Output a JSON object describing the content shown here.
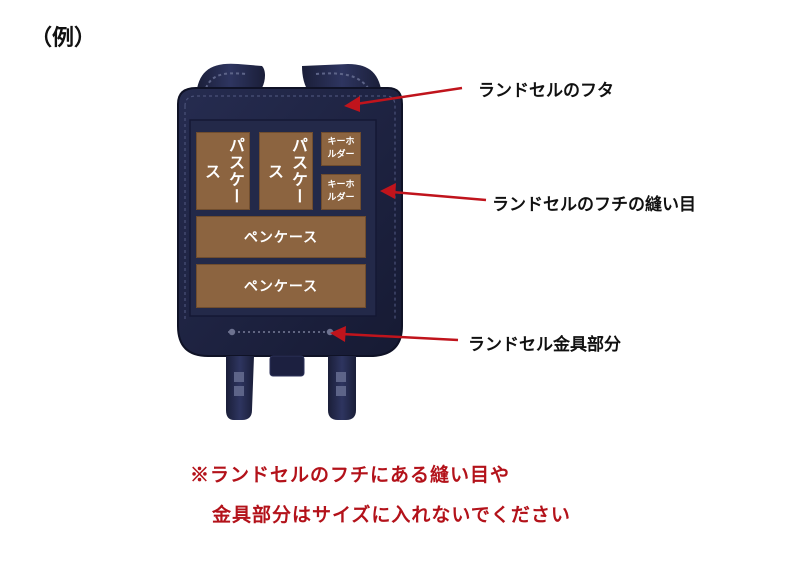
{
  "example_label": "（例）",
  "pockets": {
    "pass_case_1": "パスケース",
    "pass_case_2": "パスケース",
    "key_holder_1": "キーホルダー",
    "key_holder_2": "キーホルダー",
    "pen_case_1": "ペンケース",
    "pen_case_2": "ペンケース"
  },
  "callouts": {
    "flap": "ランドセルのフタ",
    "edge_seam": "ランドセルのフチの縫い目",
    "metal_parts": "ランドセル金具部分"
  },
  "notice": {
    "line1": "※ランドセルのフチにある縫い目や",
    "line2": "金具部分はサイズに入れないでください"
  },
  "colors": {
    "bag_navy": "#1f2442",
    "pocket_brown": "#8c6440",
    "arrow_red": "#c0141c",
    "notice_red": "#b3121a"
  }
}
